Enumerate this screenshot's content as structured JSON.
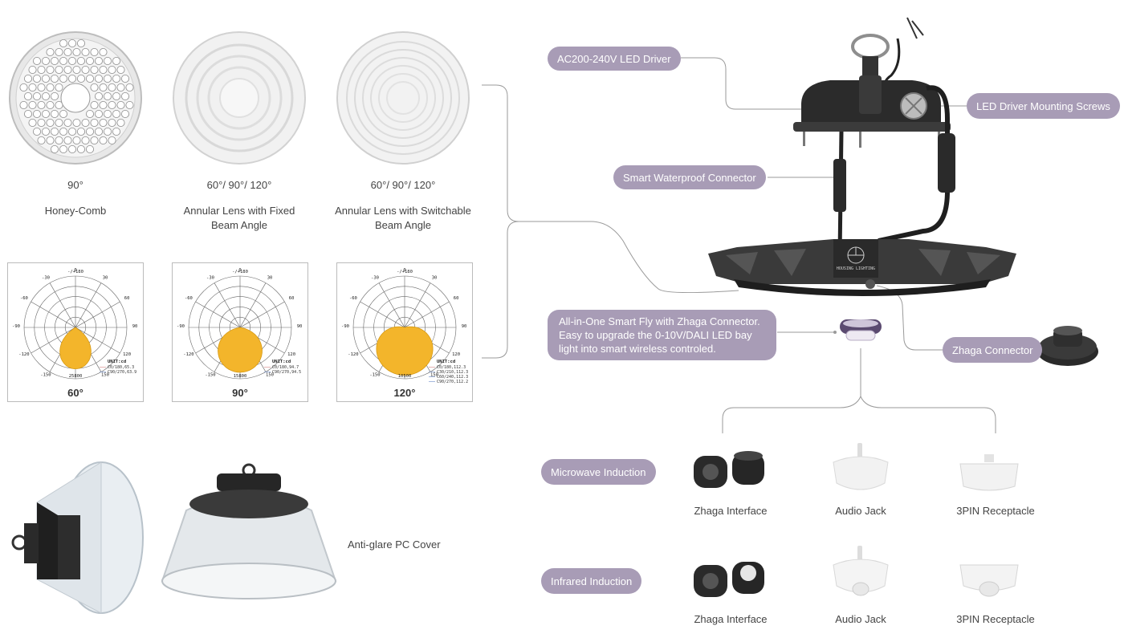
{
  "lenses": [
    {
      "angle": "90°",
      "name": "Honey-Comb"
    },
    {
      "angle": "60°/ 90°/ 120°",
      "name": "Annular Lens with Fixed Beam Angle"
    },
    {
      "angle": "60°/ 90°/ 120°",
      "name": "Annular Lens with Switchable Beam Angle"
    }
  ],
  "polar": {
    "ring_labels": [
      "-/+180",
      "-150",
      "150",
      "-120",
      "120",
      "-90",
      "90",
      "-60",
      "60",
      "-30",
      "30",
      "0"
    ],
    "unit": "UNIT:cd",
    "charts": [
      {
        "title": "60°",
        "center_value": "25800",
        "legend": [
          "C0/180,65.3",
          "C90/270,63.9"
        ]
      },
      {
        "title": "90°",
        "center_value": "15800",
        "legend": [
          "C0/180,94.7",
          "C90/270,94.5"
        ]
      },
      {
        "title": "120°",
        "center_value": "10500",
        "legend": [
          "C0/180,112.3",
          "C30/210,112.3",
          "C60/240,112.3",
          "C90/270,112.2"
        ]
      }
    ],
    "colors": {
      "fill": "#f3b52b",
      "grid": "#666666",
      "legend1": "#e0a0a0",
      "legend2": "#8fa6d6"
    }
  },
  "pc_cover": {
    "label": "Anti-glare PC Cover"
  },
  "callouts": {
    "driver": "AC200-240V LED Driver",
    "screws": "LED Driver Mounting Screws",
    "connector": "Smart Waterproof Connector",
    "smart_fly": "All-in-One Smart Fly with Zhaga Connector. Easy to upgrade the 0-10V/DALI LED bay light into smart wireless controled.",
    "zhaga": "Zhaga Connector"
  },
  "product": {
    "brand": "HOUSING LIGHTING"
  },
  "sensors": [
    {
      "type": "Microwave Induction",
      "items": [
        "Zhaga Interface",
        "Audio Jack",
        "3PIN Receptacle"
      ]
    },
    {
      "type": "Infrared Induction",
      "items": [
        "Zhaga Interface",
        "Audio Jack",
        "3PIN Receptacle"
      ]
    }
  ],
  "colors": {
    "pill": "#a89cb6",
    "housing": "#2b2b2b",
    "line": "#9a9a9a"
  }
}
